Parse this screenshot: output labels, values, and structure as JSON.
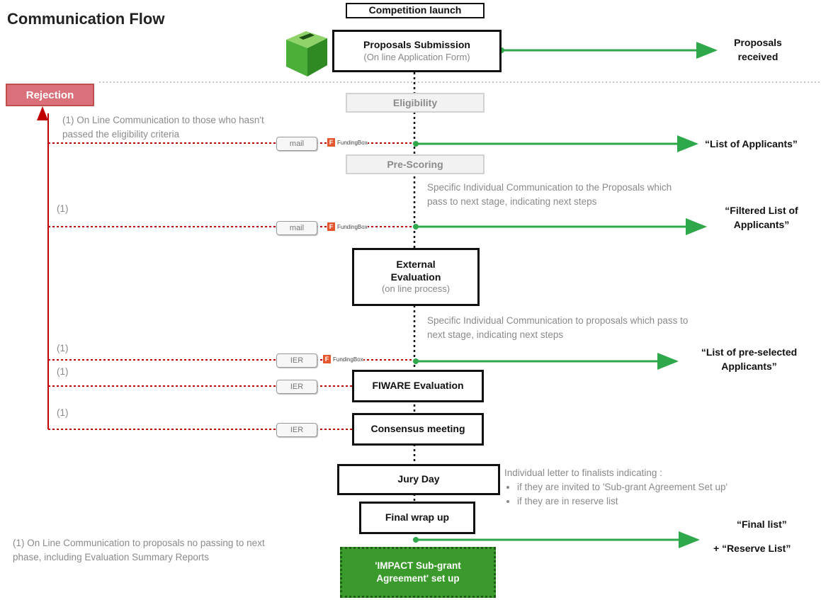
{
  "title": "Communication Flow",
  "boxes": {
    "launch": "Competition launch",
    "submission": "Proposals Submission",
    "submission_sub": "(On line Application Form)",
    "eligibility": "Eligibility",
    "prescoring": "Pre-Scoring",
    "external": "External Evaluation",
    "external_sub": "(on line process)",
    "fiware": "FIWARE Evaluation",
    "consensus": "Consensus meeting",
    "jury": "Jury Day",
    "wrapup": "Final wrap up",
    "impact": "'IMPACT Sub-grant Agreement' set up"
  },
  "rejection": "Rejection",
  "notes": {
    "eligibility_comm": "(1) On Line Communication to those who hasn't passed the eligibility criteria",
    "ref": "(1)",
    "prescoring_comm": "Specific Individual Communication to the Proposals which pass to next stage, indicating next steps",
    "external_comm": "Specific Individual Communication to proposals which pass to next stage, indicating next steps",
    "jury_intro": "Individual letter to finalists indicating :",
    "jury_b1": "if they are invited to 'Sub-grant Agreement Set up'",
    "jury_b2": "if they are in reserve list",
    "footnote": "(1) On Line Communication to proposals no passing to next phase, including Evaluation Summary Reports"
  },
  "pills": {
    "mail": "mail",
    "ier": "IER"
  },
  "fundingbox": {
    "letter": "F",
    "name": "FundingBox"
  },
  "outputs": {
    "received": "Proposals received",
    "applicants": "“List of Applicants”",
    "filtered": "“Filtered List of Applicants”",
    "preselected": "“List of pre-selected Applicants”",
    "final": "“Final list”",
    "reserve": "+ “Reserve List”"
  },
  "colors": {
    "green": "#2ea84a",
    "red": "#c00000",
    "rejection_fill": "#d9707a",
    "impact_fill": "#3a9a2c"
  }
}
